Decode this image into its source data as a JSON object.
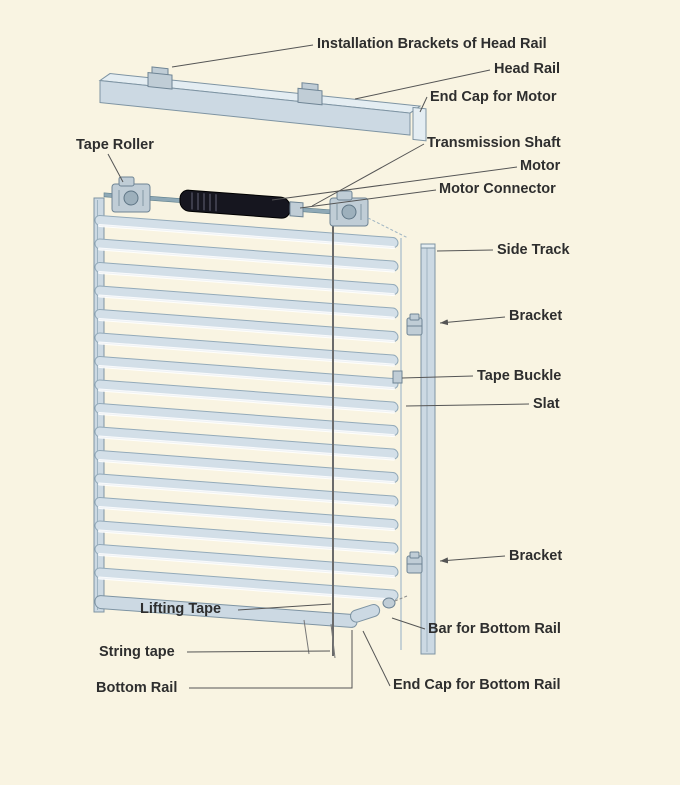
{
  "figure": {
    "type": "exploded-parts-diagram"
  },
  "colors": {
    "background": "#f9f4e2",
    "slat": "#d3dfe8",
    "rail": "#ccd9e3",
    "metal": "#c0cdd6",
    "motor": "#16161f",
    "label_text": "#2e2e2e",
    "leader_line": "#555555"
  },
  "labels": [
    {
      "id": "installation-brackets-of-head-rail",
      "text": "Installation Brackets of Head Rail"
    },
    {
      "id": "head-rail",
      "text": "Head Rail"
    },
    {
      "id": "end-cap-for-motor",
      "text": "End Cap for Motor"
    },
    {
      "id": "tape-roller",
      "text": "Tape Roller"
    },
    {
      "id": "transmission-shaft",
      "text": "Transmission Shaft"
    },
    {
      "id": "motor",
      "text": "Motor"
    },
    {
      "id": "motor-connector",
      "text": "Motor Connector"
    },
    {
      "id": "side-track",
      "text": "Side Track"
    },
    {
      "id": "bracket-top",
      "text": "Bracket"
    },
    {
      "id": "tape-buckle",
      "text": "Tape Buckle"
    },
    {
      "id": "slat",
      "text": "Slat"
    },
    {
      "id": "bracket-bottom",
      "text": "Bracket"
    },
    {
      "id": "lifting-tape",
      "text": "Lifting Tape"
    },
    {
      "id": "bar-for-bottom-rail",
      "text": "Bar for Bottom Rail"
    },
    {
      "id": "string-tape",
      "text": "String tape"
    },
    {
      "id": "end-cap-for-bottom-rail",
      "text": "End Cap for Bottom Rail"
    },
    {
      "id": "bottom-rail",
      "text": "Bottom Rail"
    }
  ]
}
